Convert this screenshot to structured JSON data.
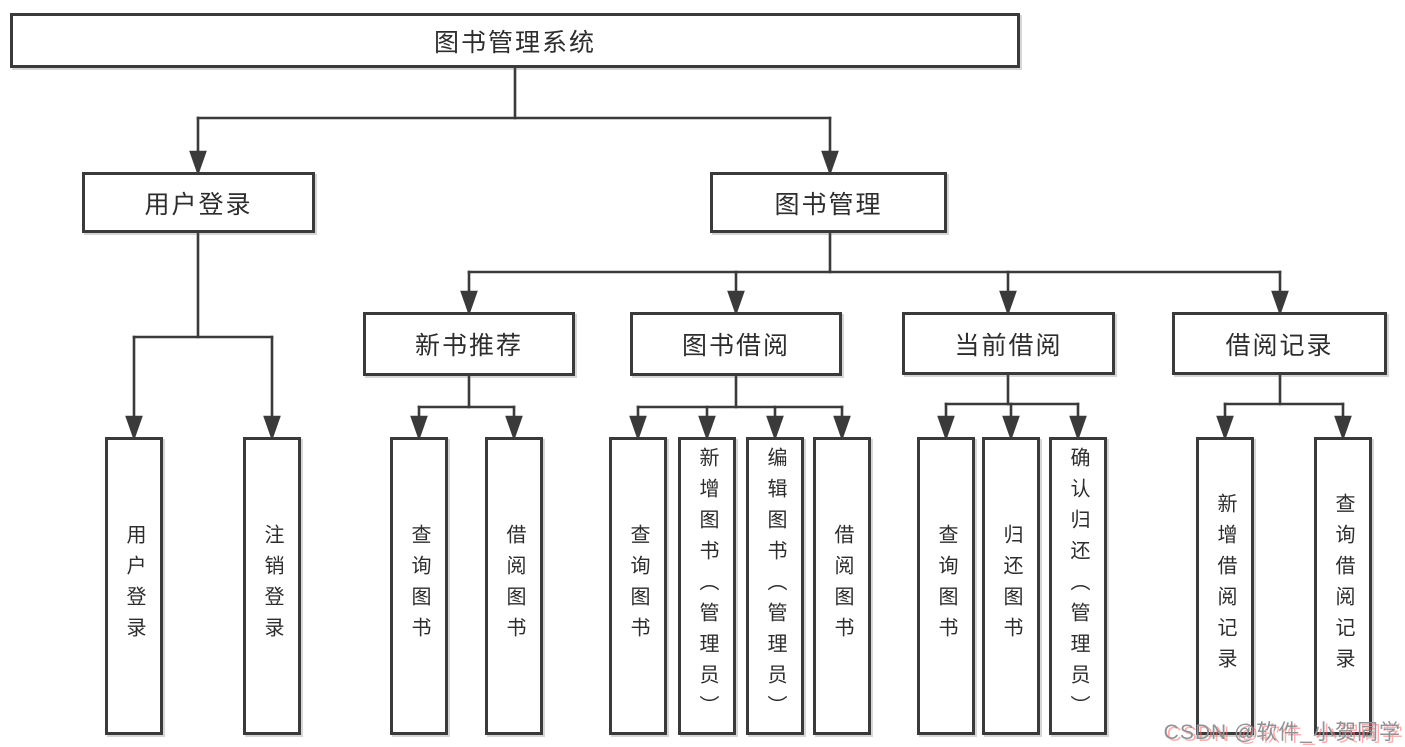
{
  "tree": {
    "label": "图书管理系统",
    "children": [
      {
        "label": "用户登录",
        "children": [
          {
            "label": "用户登录"
          },
          {
            "label": "注销登录"
          }
        ]
      },
      {
        "label": "图书管理",
        "children": [
          {
            "label": "新书推荐",
            "children": [
              {
                "label": "查询图书"
              },
              {
                "label": "借阅图书"
              }
            ]
          },
          {
            "label": "图书借阅",
            "children": [
              {
                "label": "查询图书"
              },
              {
                "label": "新增图书（管理员）"
              },
              {
                "label": "编辑图书（管理员）"
              },
              {
                "label": "借阅图书"
              }
            ]
          },
          {
            "label": "当前借阅",
            "children": [
              {
                "label": "查询图书"
              },
              {
                "label": "归还图书"
              },
              {
                "label": "确认归还（管理员）"
              }
            ]
          },
          {
            "label": "借阅记录",
            "children": [
              {
                "label": "新增借阅记录"
              },
              {
                "label": "查询借阅记录"
              }
            ]
          }
        ]
      }
    ]
  },
  "watermark": "CSDN @软件_小贺同学",
  "colors": {
    "line": "#3a3a3a",
    "box_border": "#3a3a3a",
    "text": "#2d2d2d",
    "background": "#ffffff",
    "watermark_gray": "#8f9297",
    "watermark_red": "#fa6e6e"
  }
}
